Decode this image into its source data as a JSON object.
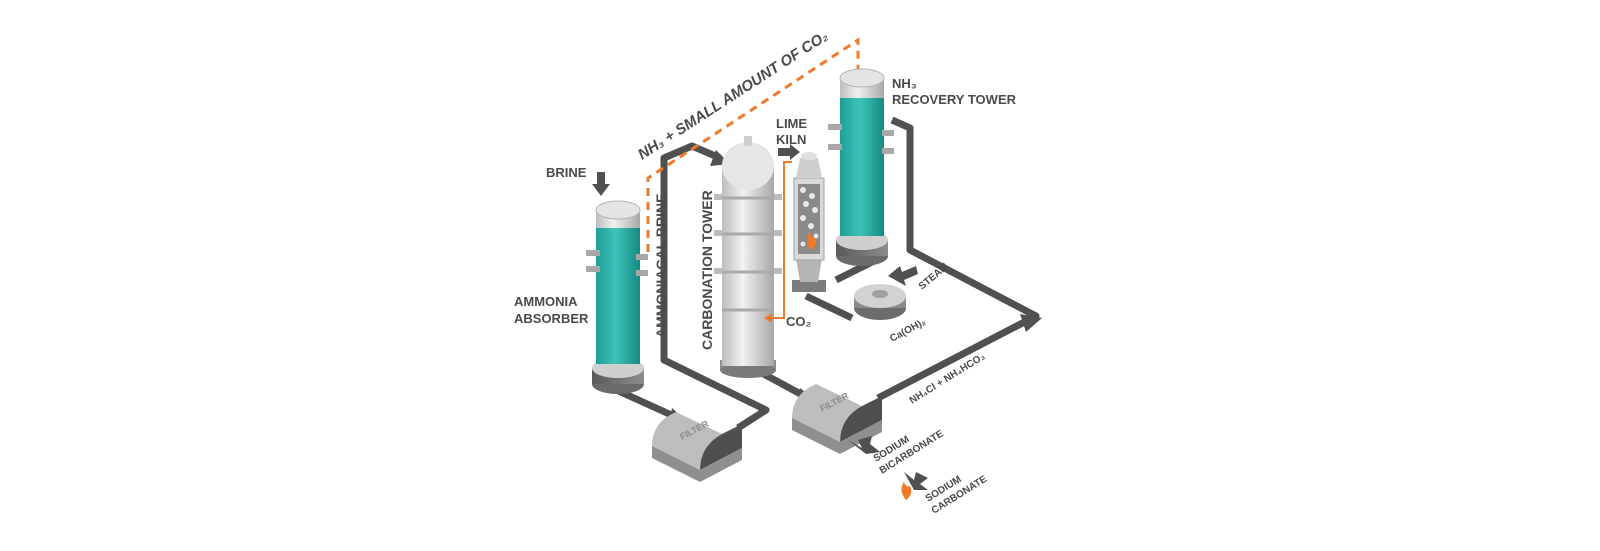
{
  "labels": {
    "brine": "BRINE",
    "ammonia_absorber_l1": "AMMONIA",
    "ammonia_absorber_l2": "ABSORBER",
    "ammoniacal_brine": "AMMONIACAL BRINE",
    "carbonation_tower": "CARBONATION TOWER",
    "nh3_small_co2": "NH₃ + SMALL AMOUNT OF CO₂",
    "lime_kiln_l1": "LIME",
    "lime_kiln_l2": "KILN",
    "nh3_recovery_l1": "NH₃",
    "nh3_recovery_l2": "RECOVERY TOWER",
    "co2": "CO₂",
    "steam": "STEAM",
    "caoh2": "Ca(OH)₂",
    "nh4cl": "NH₄Cl + NH₄HCO₃",
    "filter_left": "FILTER",
    "filter_right": "FILTER",
    "sodium_bicarbonate_l1": "SODIUM",
    "sodium_bicarbonate_l2": "BICARBONATE",
    "sodium_carbonate_l1": "SODIUM",
    "sodium_carbonate_l2": "CARBONATE"
  },
  "colors": {
    "pipe": "#505050",
    "teal": "#2bb3a8",
    "steel": "#d9d9d9",
    "orange": "#f07a2a",
    "text": "#4a4a4a"
  }
}
